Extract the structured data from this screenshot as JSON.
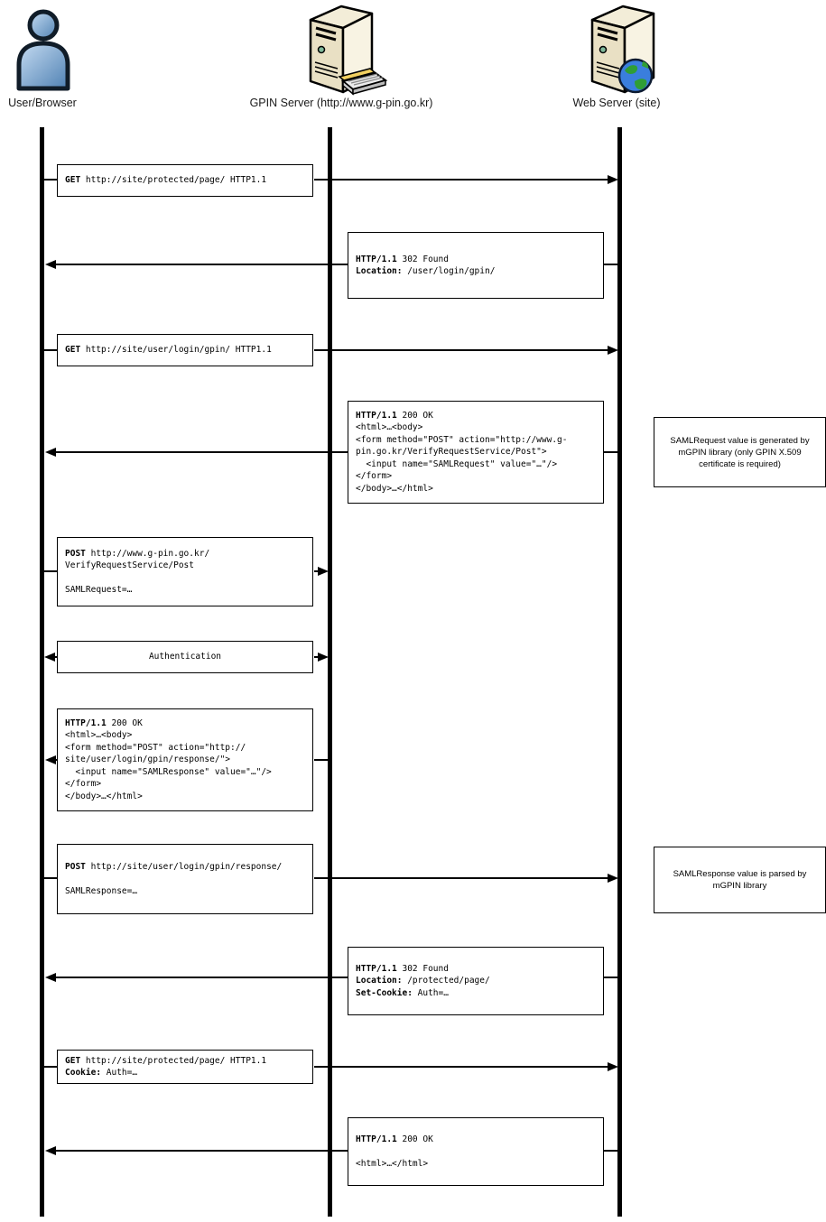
{
  "diagram_type": "sequence-diagram",
  "actors": [
    {
      "id": "user",
      "label": "User/Browser",
      "icon": "person-icon"
    },
    {
      "id": "gpin",
      "label": "GPIN Server (http://www.g-pin.go.kr)",
      "icon": "server-keyboard-icon"
    },
    {
      "id": "web",
      "label": "Web Server (site)",
      "icon": "server-globe-icon"
    }
  ],
  "messages": [
    {
      "from": "user",
      "to": "web",
      "direction": "right",
      "lines": [
        {
          "b": "GET",
          "t": " http://site/protected/page/ HTTP1.1"
        }
      ]
    },
    {
      "from": "web",
      "to": "user",
      "direction": "left",
      "lines": [
        {
          "b": "HTTP/1.1",
          "t": " 302 Found"
        },
        {
          "b": "Location:",
          "t": " /user/login/gpin/"
        }
      ]
    },
    {
      "from": "user",
      "to": "web",
      "direction": "right",
      "lines": [
        {
          "b": "GET",
          "t": " http://site/user/login/gpin/ HTTP1.1"
        }
      ]
    },
    {
      "from": "web",
      "to": "user",
      "direction": "left",
      "lines": [
        {
          "b": "HTTP/1.1",
          "t": " 200 OK"
        },
        {
          "t": "<html>…<body>"
        },
        {
          "t": "<form method=\"POST\" action=\"http://www.g-"
        },
        {
          "t": "pin.go.kr/VerifyRequestService/Post\">"
        },
        {
          "t": "  <input name=\"SAMLRequest\" value=\"…\"/>"
        },
        {
          "t": "</form>"
        },
        {
          "t": "</body>…</html>"
        }
      ]
    },
    {
      "from": "user",
      "to": "gpin",
      "direction": "right",
      "lines": [
        {
          "b": "POST",
          "t": " http://www.g-pin.go.kr/"
        },
        {
          "t": "VerifyRequestService/Post"
        },
        {
          "t": ""
        },
        {
          "t": "SAMLRequest=…"
        }
      ]
    },
    {
      "from": "user",
      "to": "gpin",
      "direction": "both",
      "lines": [
        {
          "t": "Authentication"
        }
      ]
    },
    {
      "from": "gpin",
      "to": "user",
      "direction": "left",
      "lines": [
        {
          "b": "HTTP/1.1",
          "t": " 200 OK"
        },
        {
          "t": "<html>…<body>"
        },
        {
          "t": "<form method=\"POST\" action=\"http://"
        },
        {
          "t": "site/user/login/gpin/response/\">"
        },
        {
          "t": "  <input name=\"SAMLResponse\" value=\"…\"/>"
        },
        {
          "t": "</form>"
        },
        {
          "t": "</body>…</html>"
        }
      ]
    },
    {
      "from": "user",
      "to": "web",
      "direction": "right",
      "lines": [
        {
          "b": "POST",
          "t": " http://site/user/login/gpin/response/"
        },
        {
          "t": ""
        },
        {
          "t": "SAMLResponse=…"
        }
      ]
    },
    {
      "from": "web",
      "to": "user",
      "direction": "left",
      "lines": [
        {
          "b": "HTTP/1.1",
          "t": " 302 Found"
        },
        {
          "b": "Location:",
          "t": " /protected/page/"
        },
        {
          "b": "Set-Cookie:",
          "t": " Auth=…"
        }
      ]
    },
    {
      "from": "user",
      "to": "web",
      "direction": "right",
      "lines": [
        {
          "b": "GET",
          "t": " http://site/protected/page/ HTTP1.1"
        },
        {
          "b": "Cookie:",
          "t": " Auth=…"
        }
      ]
    },
    {
      "from": "web",
      "to": "user",
      "direction": "left",
      "lines": [
        {
          "b": "HTTP/1.1",
          "t": " 200 OK"
        },
        {
          "t": ""
        },
        {
          "t": "<html>…</html>"
        }
      ]
    }
  ],
  "notes": [
    {
      "text": "SAMLRequest value is generated by mGPIN library (only GPIN X.509 certificate is required)"
    },
    {
      "text": "SAMLResponse value is parsed by mGPIN library"
    }
  ]
}
